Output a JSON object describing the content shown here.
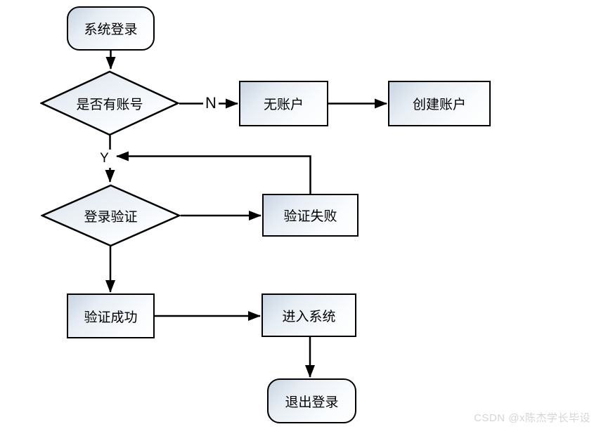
{
  "nodes": [
    {
      "id": "start",
      "type": "terminator",
      "label": "系统登录"
    },
    {
      "id": "has-account",
      "type": "decision",
      "label": "是否有账号"
    },
    {
      "id": "no-account",
      "type": "process",
      "label": "无账户"
    },
    {
      "id": "create-account",
      "type": "process",
      "label": "创建账户"
    },
    {
      "id": "login-verify",
      "type": "decision",
      "label": "登录验证"
    },
    {
      "id": "verify-fail",
      "type": "process",
      "label": "验证失败"
    },
    {
      "id": "verify-success",
      "type": "process",
      "label": "验证成功"
    },
    {
      "id": "enter-system",
      "type": "process",
      "label": "进入系统"
    },
    {
      "id": "logout",
      "type": "terminator",
      "label": "退出登录"
    }
  ],
  "flow": [
    {
      "from": "系统登录",
      "to": "是否有账号",
      "label": ""
    },
    {
      "from": "是否有账号",
      "to": "无账户",
      "label": "N"
    },
    {
      "from": "无账户",
      "to": "创建账户",
      "label": ""
    },
    {
      "from": "是否有账号",
      "to": "登录验证",
      "label": "Y"
    },
    {
      "from": "登录验证",
      "to": "验证失败",
      "label": ""
    },
    {
      "from": "验证失败",
      "to": "登录验证",
      "label": ""
    },
    {
      "from": "登录验证",
      "to": "验证成功",
      "label": ""
    },
    {
      "from": "验证成功",
      "to": "进入系统",
      "label": ""
    },
    {
      "from": "进入系统",
      "to": "退出登录",
      "label": ""
    }
  ],
  "watermark": {
    "text": "CSDN @x陈杰学长毕设"
  },
  "colors": {
    "background": "#ffffff",
    "shape_border": "#000000",
    "shape_fill_top": "#c8d4e2",
    "shape_fill_bottom": "#ffffff",
    "arrow": "#000000",
    "watermark": "#d5d5d5"
  }
}
